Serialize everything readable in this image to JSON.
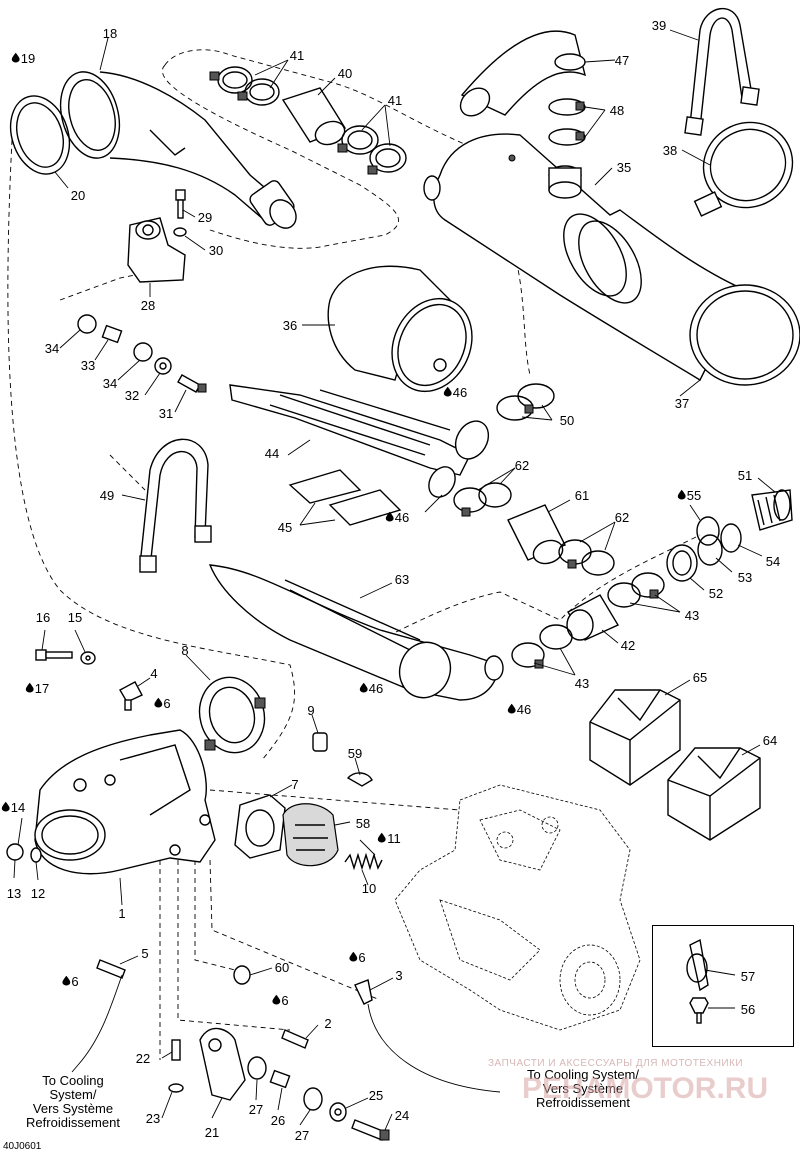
{
  "callouts": [
    {
      "id": "c19",
      "text": "19",
      "drop": true
    },
    {
      "id": "c18",
      "text": "18"
    },
    {
      "id": "c41a",
      "text": "41"
    },
    {
      "id": "c40",
      "text": "40"
    },
    {
      "id": "c41b",
      "text": "41"
    },
    {
      "id": "c39",
      "text": "39"
    },
    {
      "id": "c47",
      "text": "47"
    },
    {
      "id": "c48",
      "text": "48"
    },
    {
      "id": "c35",
      "text": "35"
    },
    {
      "id": "c38",
      "text": "38"
    },
    {
      "id": "c20",
      "text": "20"
    },
    {
      "id": "c29",
      "text": "29"
    },
    {
      "id": "c30",
      "text": "30"
    },
    {
      "id": "c28",
      "text": "28"
    },
    {
      "id": "c36",
      "text": "36"
    },
    {
      "id": "c34a",
      "text": "34"
    },
    {
      "id": "c33",
      "text": "33"
    },
    {
      "id": "c34b",
      "text": "34"
    },
    {
      "id": "c32",
      "text": "32"
    },
    {
      "id": "c31",
      "text": "31"
    },
    {
      "id": "c37",
      "text": "37"
    },
    {
      "id": "c46a",
      "text": "46",
      "drop": true
    },
    {
      "id": "c50",
      "text": "50"
    },
    {
      "id": "c44",
      "text": "44"
    },
    {
      "id": "c62a",
      "text": "62"
    },
    {
      "id": "c51",
      "text": "51"
    },
    {
      "id": "c45",
      "text": "45"
    },
    {
      "id": "c46b",
      "text": "46",
      "drop": true
    },
    {
      "id": "c61",
      "text": "61"
    },
    {
      "id": "c55",
      "text": "55",
      "drop": true
    },
    {
      "id": "c62b",
      "text": "62"
    },
    {
      "id": "c49",
      "text": "49"
    },
    {
      "id": "c54",
      "text": "54"
    },
    {
      "id": "c53",
      "text": "53"
    },
    {
      "id": "c52",
      "text": "52"
    },
    {
      "id": "c63",
      "text": "63"
    },
    {
      "id": "c43a",
      "text": "43"
    },
    {
      "id": "c42",
      "text": "42"
    },
    {
      "id": "c16",
      "text": "16"
    },
    {
      "id": "c15",
      "text": "15"
    },
    {
      "id": "c8",
      "text": "8"
    },
    {
      "id": "c65",
      "text": "65"
    },
    {
      "id": "c4",
      "text": "4"
    },
    {
      "id": "c17",
      "text": "17",
      "drop": true
    },
    {
      "id": "c6a",
      "text": "6",
      "drop": true
    },
    {
      "id": "c43b",
      "text": "43"
    },
    {
      "id": "c46c",
      "text": "46",
      "drop": true
    },
    {
      "id": "c46d",
      "text": "46",
      "drop": true
    },
    {
      "id": "c9",
      "text": "9"
    },
    {
      "id": "c64",
      "text": "64"
    },
    {
      "id": "c59",
      "text": "59"
    },
    {
      "id": "c7",
      "text": "7"
    },
    {
      "id": "c14",
      "text": "14",
      "drop": true
    },
    {
      "id": "c58",
      "text": "58"
    },
    {
      "id": "c11",
      "text": "11",
      "drop": true
    },
    {
      "id": "c13",
      "text": "13"
    },
    {
      "id": "c12",
      "text": "12"
    },
    {
      "id": "c10",
      "text": "10"
    },
    {
      "id": "c1",
      "text": "1"
    },
    {
      "id": "c5",
      "text": "5"
    },
    {
      "id": "c6b",
      "text": "6",
      "drop": true
    },
    {
      "id": "c60",
      "text": "60"
    },
    {
      "id": "c6c",
      "text": "6",
      "drop": true
    },
    {
      "id": "c3",
      "text": "3"
    },
    {
      "id": "c57",
      "text": "57"
    },
    {
      "id": "c6d",
      "text": "6",
      "drop": true
    },
    {
      "id": "c2",
      "text": "2"
    },
    {
      "id": "c56",
      "text": "56"
    },
    {
      "id": "c22",
      "text": "22"
    },
    {
      "id": "c23",
      "text": "23"
    },
    {
      "id": "c21",
      "text": "21"
    },
    {
      "id": "c27a",
      "text": "27"
    },
    {
      "id": "c26",
      "text": "26"
    },
    {
      "id": "c27b",
      "text": "27"
    },
    {
      "id": "c25",
      "text": "25"
    },
    {
      "id": "c24",
      "text": "24"
    }
  ],
  "notes": {
    "cooling_left": "To Cooling\nSystem/\nVers Système\nRefroidissement",
    "cooling_right": "To Cooling System/\nVers Système\nRefroidissement"
  },
  "diagram_code": "40J0601",
  "watermark": {
    "caption": "ЗАПЧАСТИ И АКСЕССУАРЫ ДЛЯ МОТОТЕХНИКИ",
    "brand": "PEHAMOTOR.RU"
  },
  "colors": {
    "line": "#000000",
    "shade": "#d9d9d9",
    "watermark": "#c9a0a0"
  }
}
